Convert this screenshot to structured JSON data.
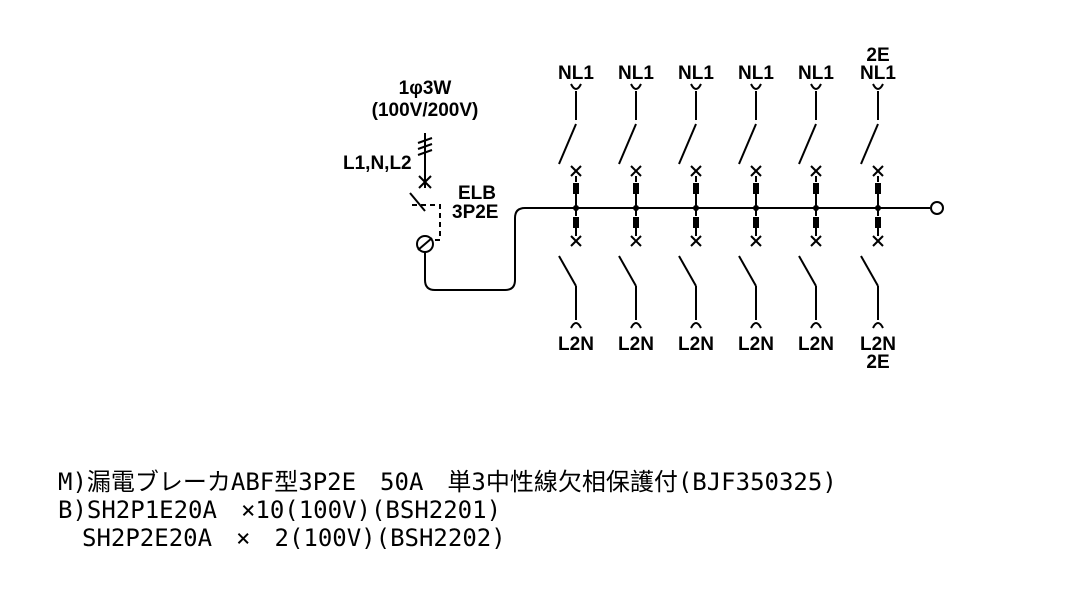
{
  "diagram": {
    "source": {
      "phase_label": "1φ3W",
      "voltage_label": "(100V/200V)",
      "lines_label": "L1,N,L2",
      "main_breaker_label": [
        "ELB",
        "3P2E"
      ]
    },
    "branches": [
      {
        "top": [
          "NL1"
        ],
        "bottom": [
          "L2N"
        ]
      },
      {
        "top": [
          "NL1"
        ],
        "bottom": [
          "L2N"
        ]
      },
      {
        "top": [
          "NL1"
        ],
        "bottom": [
          "L2N"
        ]
      },
      {
        "top": [
          "NL1"
        ],
        "bottom": [
          "L2N"
        ]
      },
      {
        "top": [
          "NL1"
        ],
        "bottom": [
          "L2N"
        ]
      },
      {
        "top": [
          "2E",
          "NL1"
        ],
        "bottom": [
          "L2N",
          "2E"
        ]
      }
    ],
    "spec_lines": [
      "M)漏電ブレーカABF型3P2E　50A　単3中性線欠相保護付(BJF350325)",
      "B)SH2P1E20A　×10(100V)(BSH2201)",
      "　SH2P2E20A　×　2(100V)(BSH2202)"
    ]
  }
}
